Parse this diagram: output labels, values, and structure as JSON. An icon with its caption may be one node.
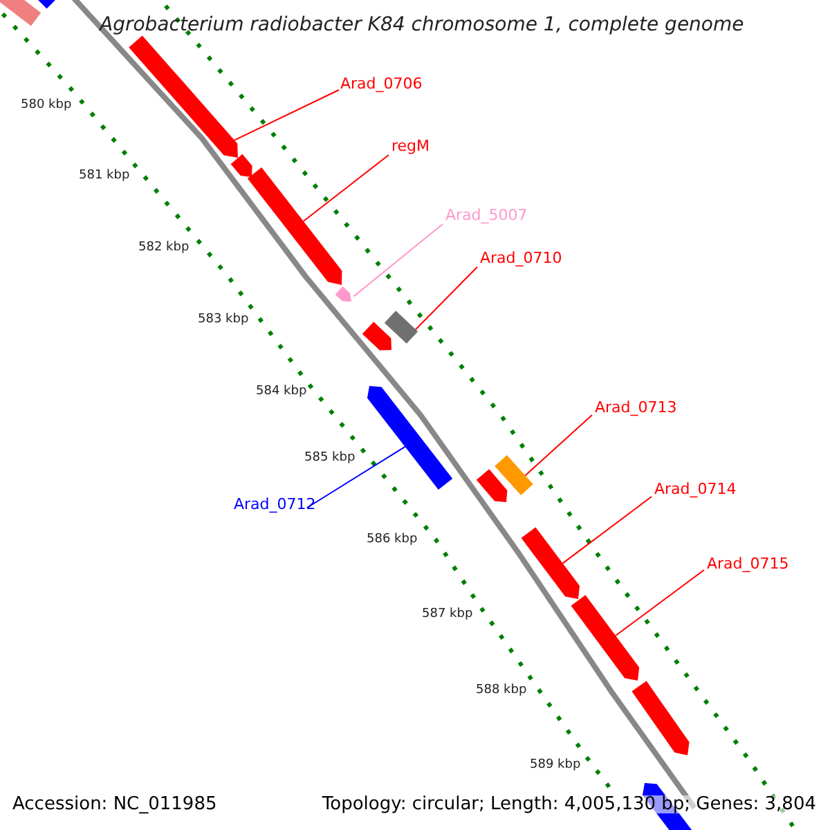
{
  "diagram": {
    "title": "Agrobacterium radiobacter K84 chromosome 1, complete genome",
    "nodes": [
      {
        "text": [
          "Arad_0706"
        ]
      },
      {
        "text": [
          "regM"
        ]
      },
      {
        "text": [
          "Arad_5007"
        ]
      },
      {
        "text": [
          "Arad_0710"
        ]
      },
      {
        "text": [
          "Arad_0712"
        ]
      },
      {
        "text": [
          "Arad_0713"
        ]
      },
      {
        "text": [
          "Arad_0714"
        ]
      },
      {
        "text": [
          "Arad_0715"
        ]
      },
      {
        "text": [],
        "shape": "arrow"
      },
      {
        "text": [],
        "shape": "arrow"
      },
      {
        "text": [],
        "shape": "arrow"
      },
      {
        "text": [],
        "shape": "arrow"
      },
      {
        "text": [],
        "shape": "arrow"
      },
      {
        "text": [],
        "shape": "arrow"
      },
      {
        "text": [],
        "shape": "box"
      },
      {
        "text": [],
        "shape": "arrow"
      },
      {
        "text": [],
        "shape": "arrow"
      },
      {
        "text": [],
        "shape": "arrow"
      },
      {
        "text": [],
        "shape": "box"
      },
      {
        "text": [],
        "shape": "arrow"
      },
      {
        "text": [],
        "shape": "arrow"
      },
      {
        "text": [],
        "shape": "arrow"
      },
      {
        "text": [],
        "shape": "arrow"
      }
    ],
    "edges": [
      {
        "from": 0,
        "to": 10,
        "arrow": "none"
      },
      {
        "from": 1,
        "to": 12,
        "arrow": "none"
      },
      {
        "from": 2,
        "to": 13,
        "arrow": "none",
        "color": "#ff99cc"
      },
      {
        "from": 3,
        "to": 14,
        "arrow": "none"
      },
      {
        "from": 4,
        "to": 16,
        "arrow": "none",
        "color": "#0000ff"
      },
      {
        "from": 5,
        "to": 18,
        "arrow": "none"
      },
      {
        "from": 6,
        "to": 19,
        "arrow": "none"
      },
      {
        "from": 7,
        "to": 20,
        "arrow": "none"
      }
    ],
    "labels": [
      "580 kbp",
      "581 kbp",
      "582 kbp",
      "583 kbp",
      "584 kbp",
      "585 kbp",
      "586 kbp",
      "587 kbp",
      "588 kbp",
      "589 kbp",
      "Accession: NC_011985",
      "Topology: circular; Length: 4,005,130 bp; Genes: 3,804"
    ]
  }
}
